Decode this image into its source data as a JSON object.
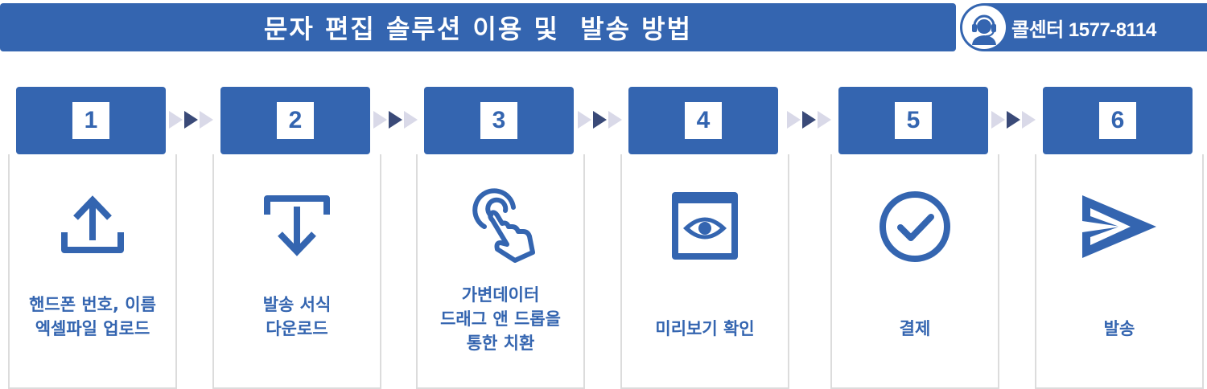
{
  "header": {
    "title": "문자 편집 솔루션 이용 및  발송 방법",
    "callcenter": "콜센터 1577-8114"
  },
  "steps": [
    {
      "number": "1",
      "icon": "upload-icon",
      "lines": [
        "핸드폰 번호, 이름",
        "엑셀파일 업로드"
      ]
    },
    {
      "number": "2",
      "icon": "download-icon",
      "lines": [
        "발송 서식",
        "다운로드"
      ]
    },
    {
      "number": "3",
      "icon": "touch-hand-icon",
      "lines": [
        "가변데이터",
        "드래그 앤 드롭을",
        "통한 치환"
      ]
    },
    {
      "number": "4",
      "icon": "eye-preview-icon",
      "lines": [
        "미리보기 확인"
      ]
    },
    {
      "number": "5",
      "icon": "check-circle-icon",
      "lines": [
        "결제"
      ]
    },
    {
      "number": "6",
      "icon": "send-icon",
      "lines": [
        "발송"
      ]
    }
  ],
  "colors": {
    "primary": "#3465b0",
    "card_border": "#dcdcdc",
    "arrow_light": "#d9d9e8",
    "arrow_dark": "#3a4a78"
  }
}
